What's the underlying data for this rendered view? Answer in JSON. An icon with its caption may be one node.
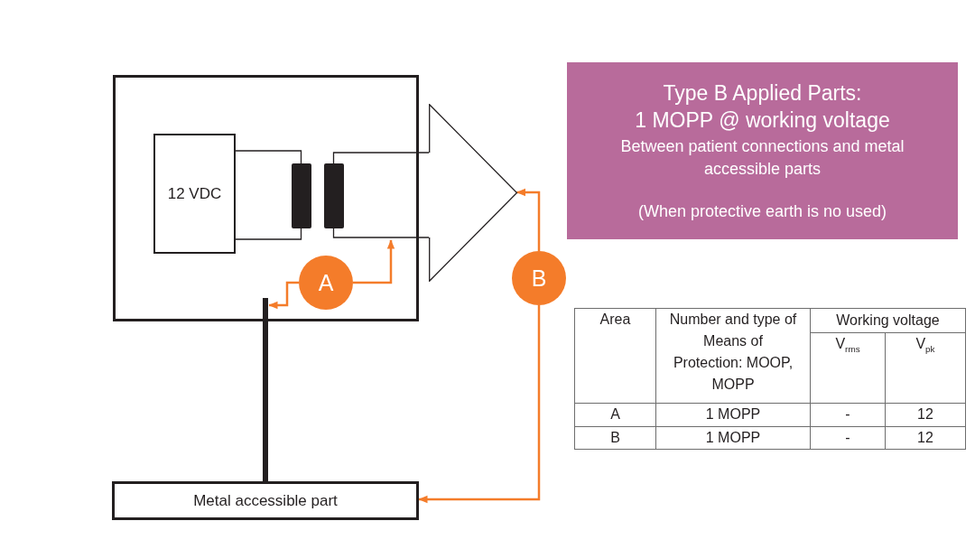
{
  "diagram": {
    "nodes": [
      {
        "text": [],
        "shape": "box"
      },
      {
        "text": [
          "12 VDC"
        ],
        "in": 0
      },
      {
        "text": [],
        "shape": "bar",
        "in": 0
      },
      {
        "text": [],
        "shape": "bar",
        "in": 0
      },
      {
        "text": [],
        "shape": "triangle"
      },
      {
        "text": [
          "A"
        ],
        "in": 0
      },
      {
        "text": [
          "B"
        ]
      },
      {
        "text": [
          "Metal accessible part"
        ]
      },
      {
        "text": [
          "Type B Applied Parts:",
          "1 MOPP @ working voltage",
          "Between patient connections and metal accessible parts",
          "(When protective earth is no used)"
        ]
      }
    ],
    "edges": [
      {
        "from": 1,
        "to": 2,
        "arrow": "none"
      },
      {
        "from": 1,
        "to": 2,
        "arrow": "none"
      },
      {
        "from": 3,
        "to": 4,
        "arrow": "none"
      },
      {
        "from": 3,
        "to": 4,
        "arrow": "none"
      },
      {
        "from": 5,
        "to": null,
        "arrow": "to",
        "color": "#f47c2a"
      },
      {
        "from": 5,
        "to": null,
        "arrow": "to",
        "color": "#f47c2a"
      },
      {
        "from": 6,
        "to": 4,
        "arrow": "to",
        "color": "#f47c2a"
      },
      {
        "from": 6,
        "to": 7,
        "arrow": "to",
        "color": "#f47c2a"
      },
      {
        "from": null,
        "to": 7,
        "arrow": "none",
        "style": "thick"
      }
    ],
    "labels": [
      "Area",
      "Number and type of Means of Protection: MOOP, MOPP",
      "Working voltage",
      "V$_{rms}$",
      "V$_{pk}$",
      "A",
      "1 MOPP",
      "-",
      "12",
      "B",
      "1 MOPP",
      "-",
      "12"
    ]
  }
}
